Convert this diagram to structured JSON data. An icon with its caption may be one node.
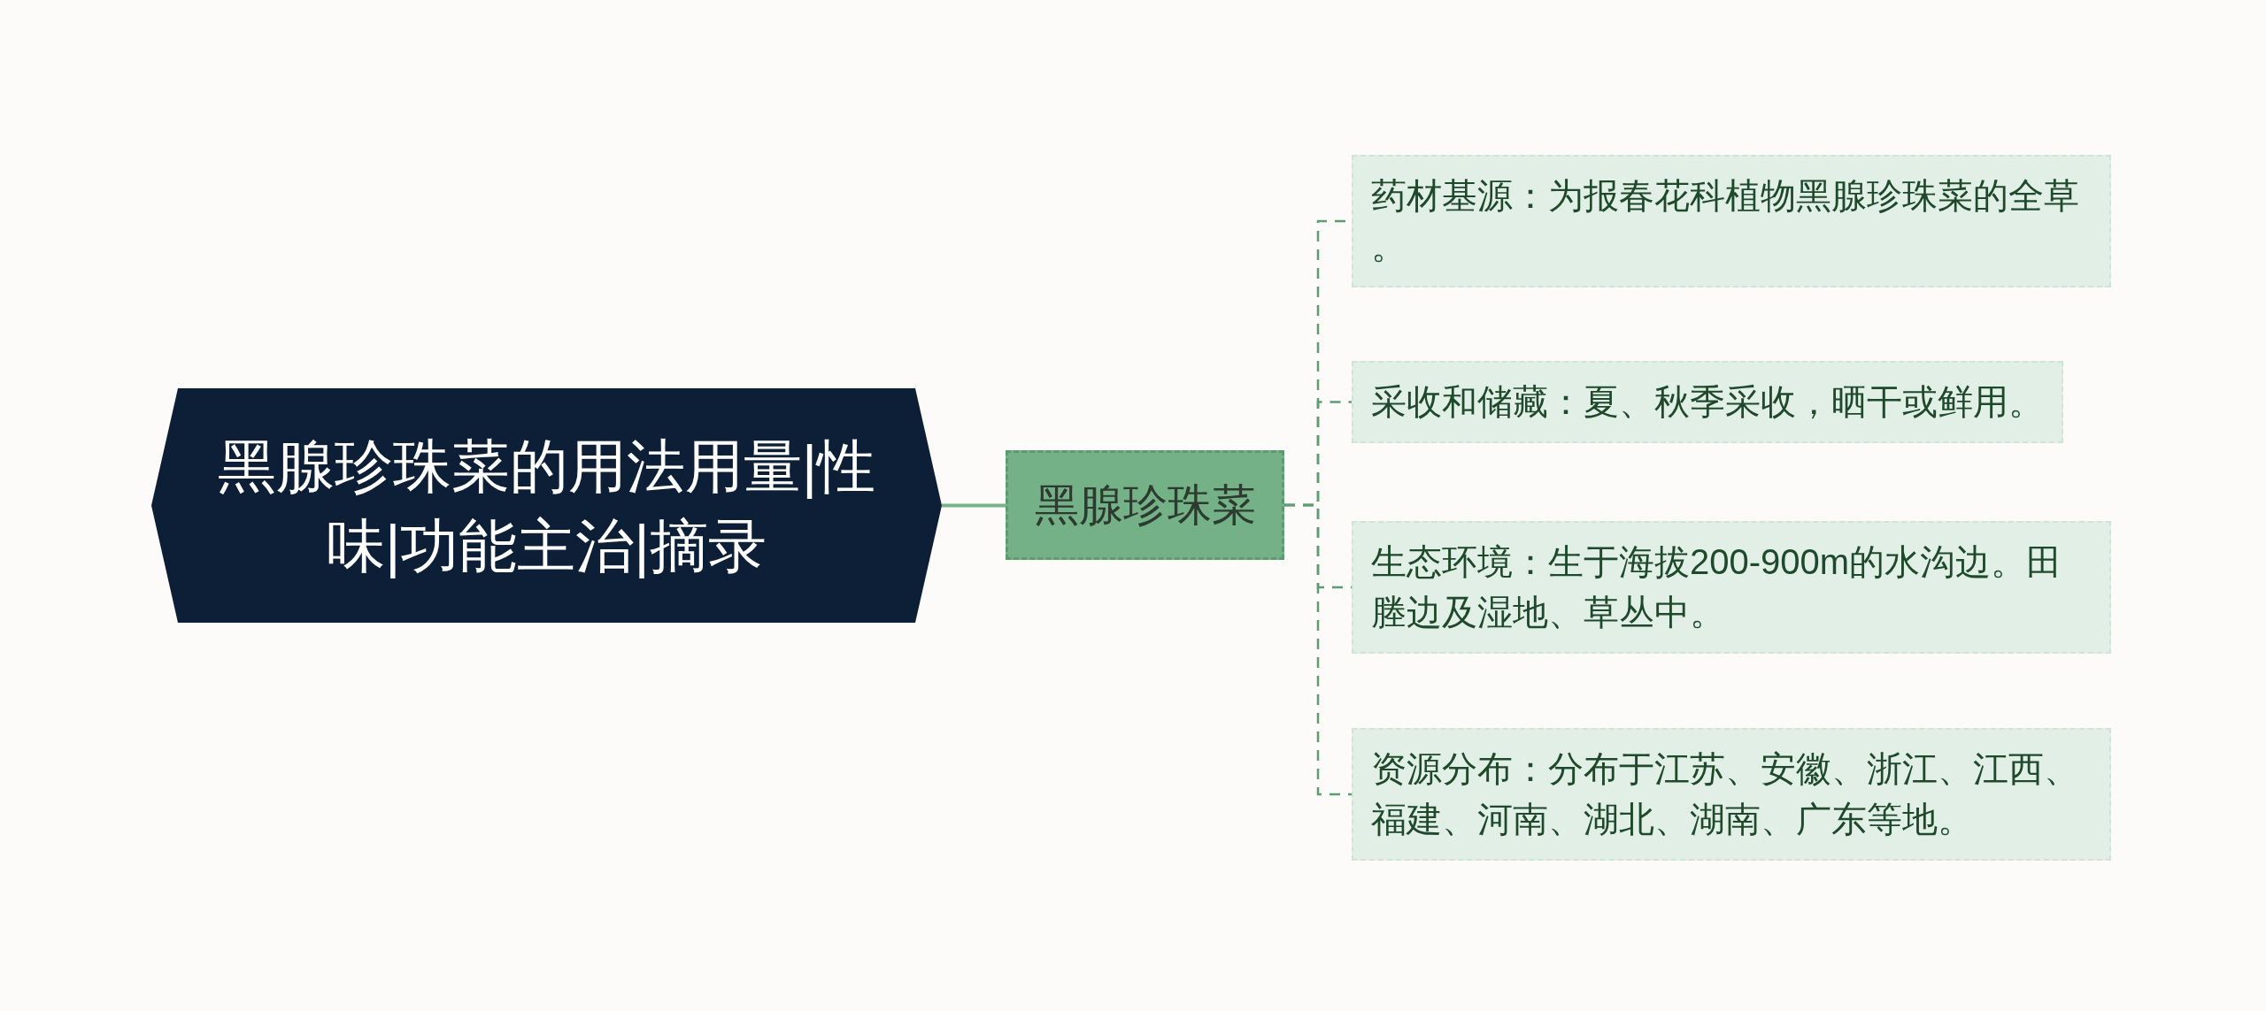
{
  "diagram": {
    "nodes": [
      {
        "text": [
          "黑腺珍珠菜的用法用量|性味|功能主治|摘录"
        ]
      },
      {
        "text": [
          "黑腺珍珠菜"
        ]
      },
      {
        "text": [
          "药材基源：为报春花科植物黑腺珍珠菜的全草。"
        ]
      },
      {
        "text": [
          "采收和储藏：夏、秋季采收，晒干或鲜用。"
        ]
      },
      {
        "text": [
          "生态环境：生于海拔200-900m的水沟边。田塍边及湿地、草丛中。"
        ]
      },
      {
        "text": [
          "资源分布：分布于江苏、安徽、浙江、江西、福建、河南、湖北、湖南、广东等地。"
        ]
      }
    ],
    "edges": [
      {
        "from": 0,
        "to": 1,
        "arrow": "none"
      },
      {
        "from": 1,
        "to": 2,
        "arrow": "none",
        "style": "dashed"
      },
      {
        "from": 1,
        "to": 3,
        "arrow": "none",
        "style": "dashed"
      },
      {
        "from": 1,
        "to": 4,
        "arrow": "none",
        "style": "dashed"
      },
      {
        "from": 1,
        "to": 5,
        "arrow": "none",
        "style": "dashed"
      }
    ]
  }
}
